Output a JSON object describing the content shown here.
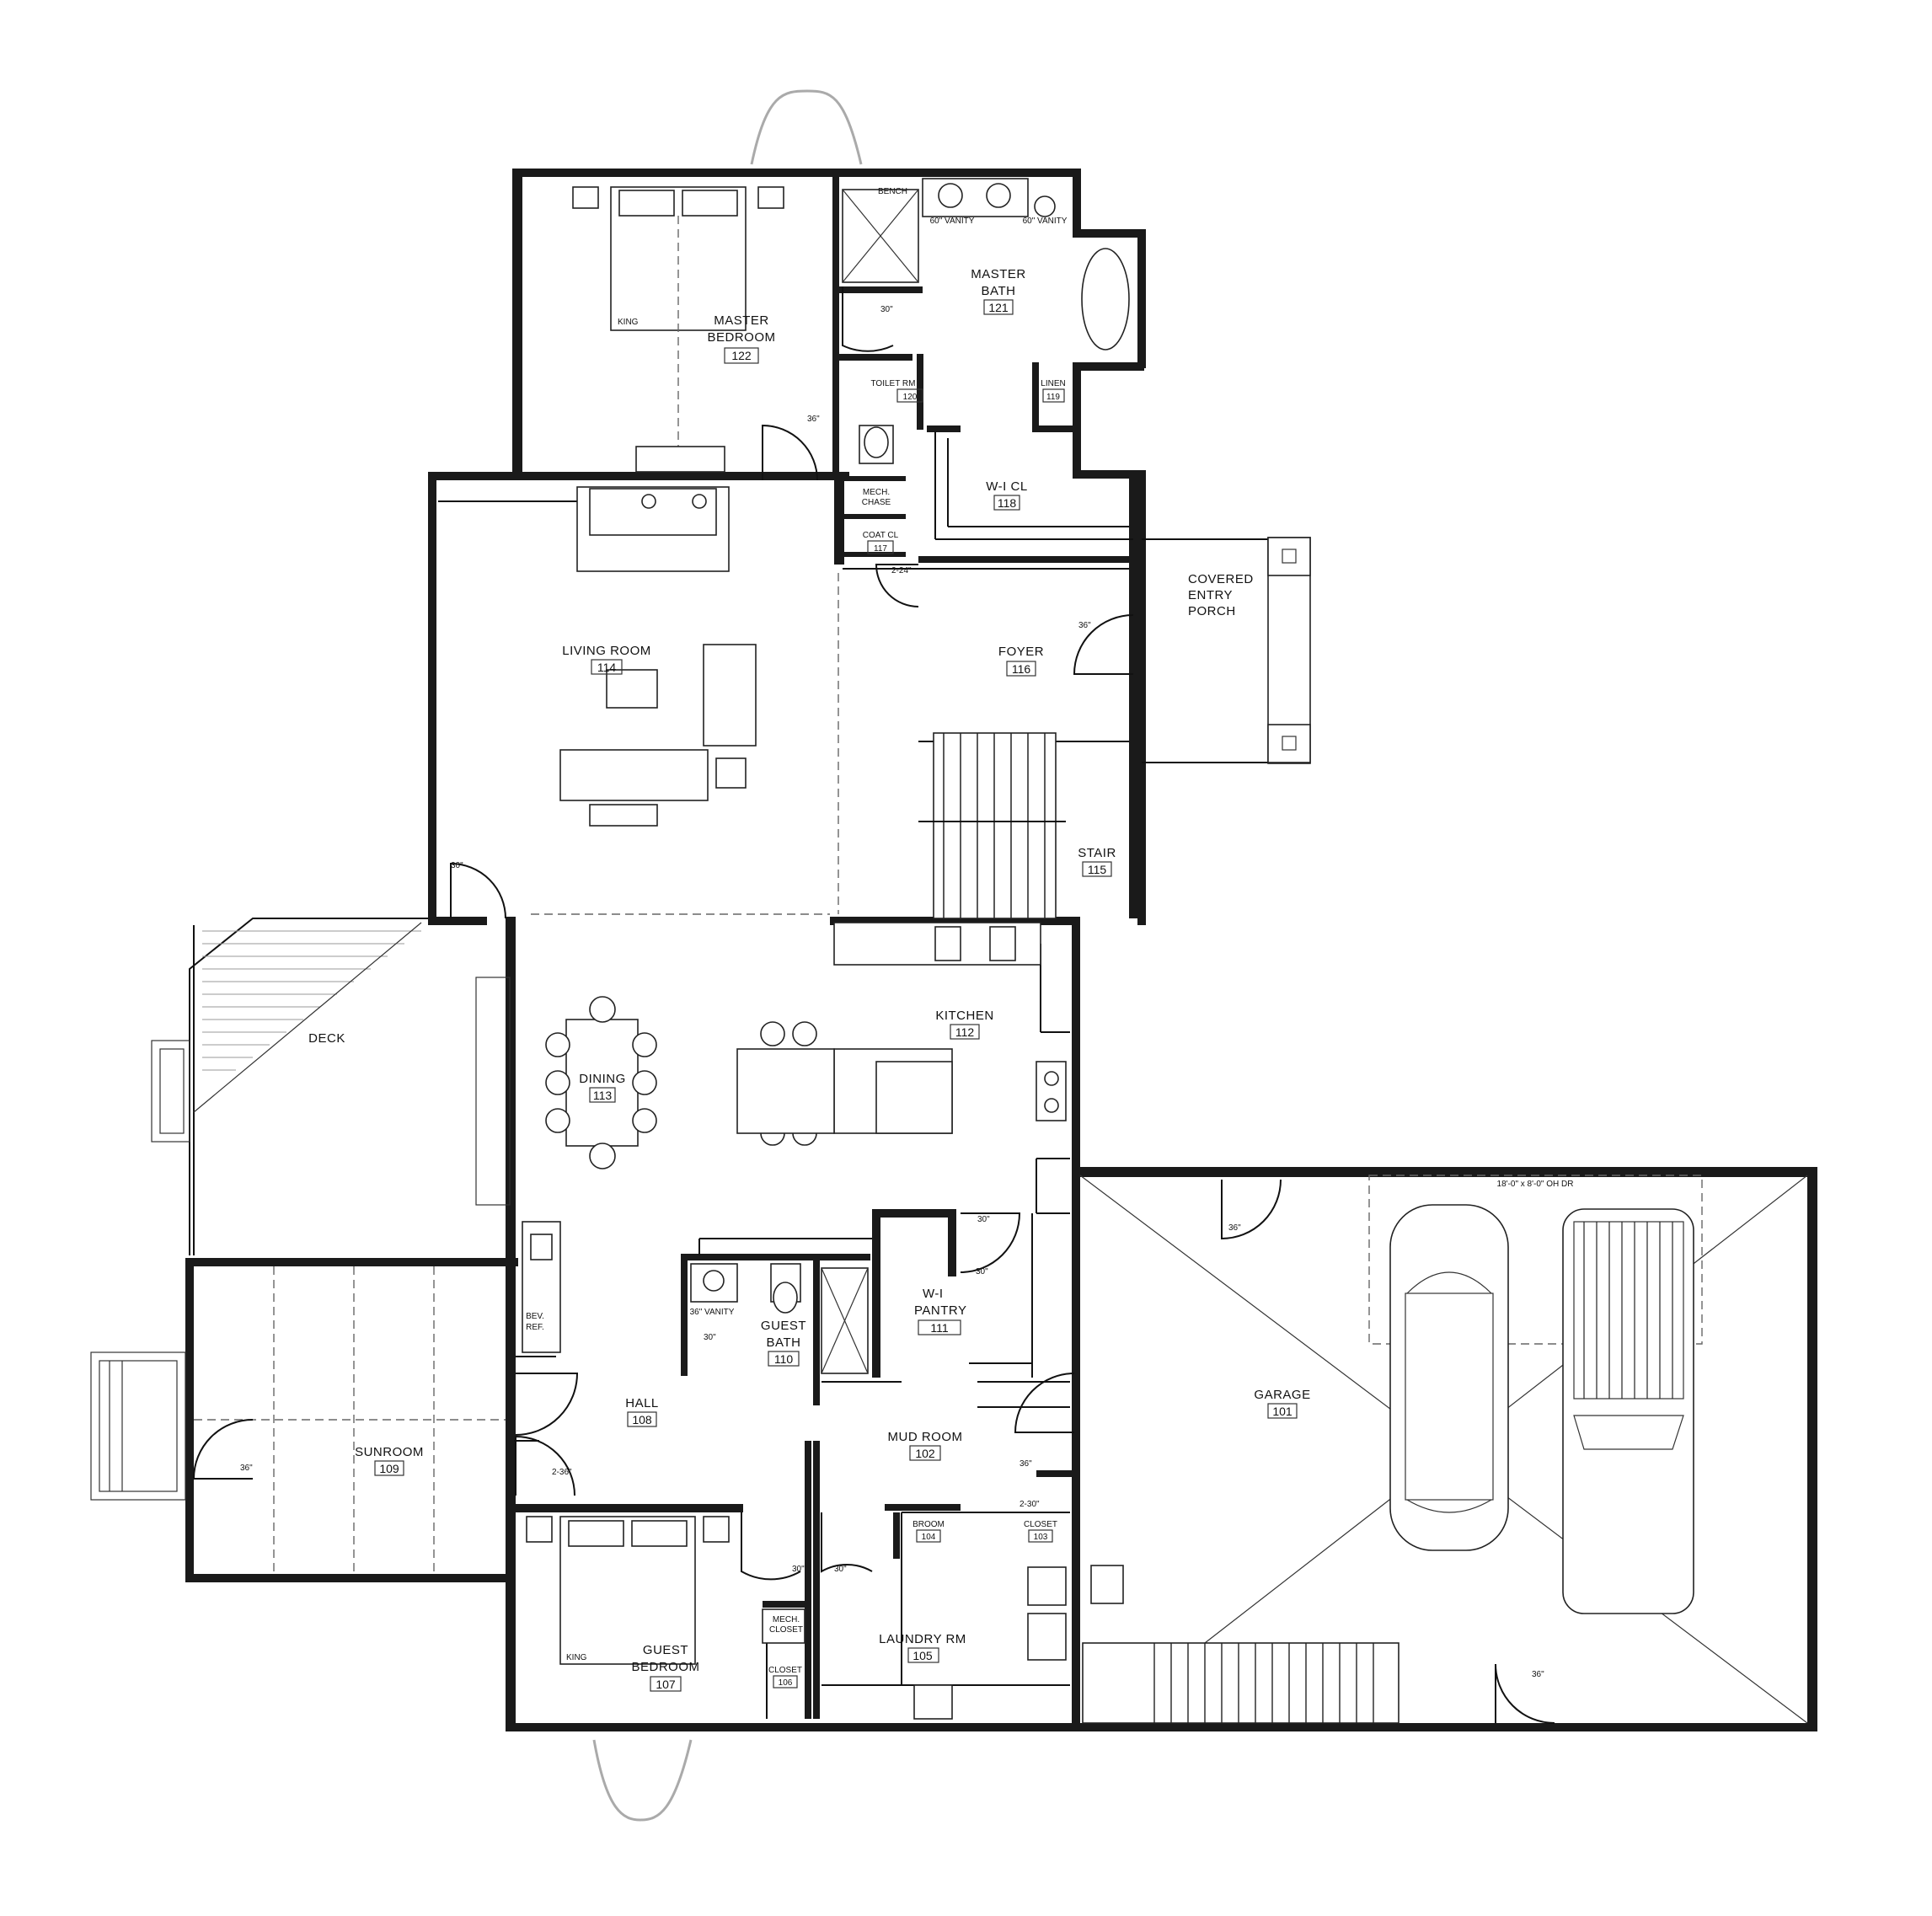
{
  "rooms": {
    "master_bedroom": {
      "name_1": "MASTER",
      "name_2": "BEDROOM",
      "number": "122",
      "bed_label": "KING"
    },
    "master_bath": {
      "name_1": "MASTER",
      "name_2": "BATH",
      "number": "121",
      "bench": "BENCH",
      "vanity_1": "60\" VANITY",
      "vanity_2": "60\" VANITY"
    },
    "toilet_rm": {
      "name": "TOILET RM",
      "number": "120",
      "door": "30\""
    },
    "linen": {
      "name": "LINEN",
      "number": "119"
    },
    "wi_closet": {
      "name": "W-I CL",
      "number": "118"
    },
    "mech_chase": {
      "name_1": "MECH.",
      "name_2": "CHASE"
    },
    "coat_cl": {
      "name": "COAT CL",
      "number": "117"
    },
    "living_room": {
      "name": "LIVING ROOM",
      "number": "114"
    },
    "foyer": {
      "name": "FOYER",
      "number": "116"
    },
    "covered_porch": {
      "name_1": "COVERED",
      "name_2": "ENTRY",
      "name_3": "PORCH"
    },
    "stair": {
      "name": "STAIR",
      "number": "115"
    },
    "kitchen": {
      "name": "KITCHEN",
      "number": "112"
    },
    "dining": {
      "name": "DINING",
      "number": "113"
    },
    "deck": {
      "name": "DECK"
    },
    "wi_pantry": {
      "name_1": "W-I",
      "name_2": "PANTRY",
      "number": "111"
    },
    "guest_bath": {
      "name_1": "GUEST",
      "name_2": "BATH",
      "number": "110",
      "vanity": "36\" VANITY"
    },
    "bev_ref": {
      "name_1": "BEV.",
      "name_2": "REF."
    },
    "hall": {
      "name": "HALL",
      "number": "108"
    },
    "mud_room": {
      "name": "MUD ROOM",
      "number": "102"
    },
    "sunroom": {
      "name": "SUNROOM",
      "number": "109"
    },
    "garage": {
      "name": "GARAGE",
      "number": "101",
      "door_label": "18'-0\" x 8'-0\" OH DR"
    },
    "guest_bedroom": {
      "name_1": "GUEST",
      "name_2": "BEDROOM",
      "number": "107",
      "bed_label": "KING"
    },
    "mech_closet": {
      "name_1": "MECH.",
      "name_2": "CLOSET"
    },
    "closet_106": {
      "name": "CLOSET",
      "number": "106"
    },
    "broom": {
      "name": "BROOM",
      "number": "104"
    },
    "closet_103": {
      "name": "CLOSET",
      "number": "103"
    },
    "laundry_rm": {
      "name": "LAUNDRY RM",
      "number": "105"
    }
  },
  "door_labels": {
    "d30": "30\"",
    "d36": "36\"",
    "d2_30": "2-30\"",
    "d2_36": "2-36\"",
    "d2_24": "2-24\""
  }
}
